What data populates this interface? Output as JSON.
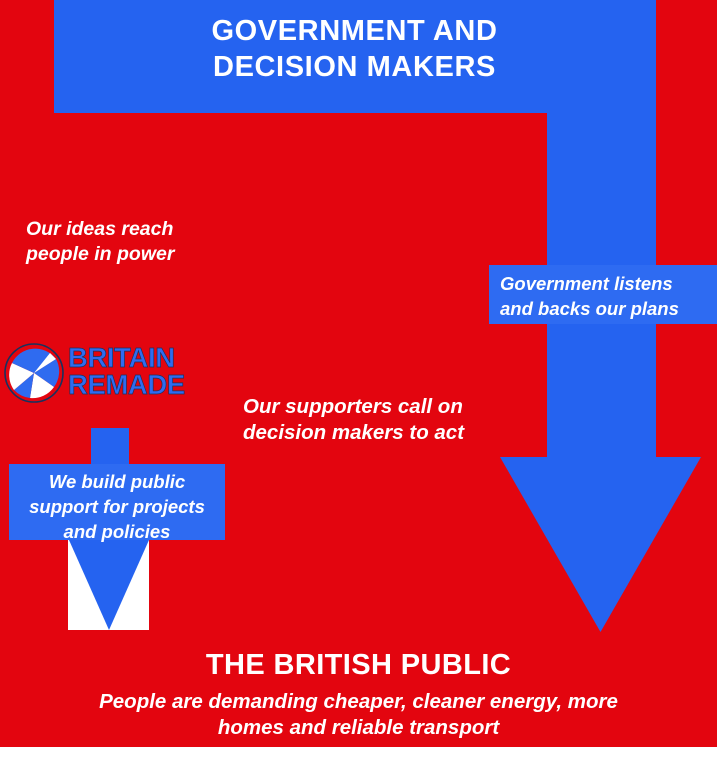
{
  "theme": {
    "red": "#e3050f",
    "blue": "#2563f0",
    "label_blue": "#2e6bf2",
    "white": "#ffffff",
    "logo_blue": "#2f6bf0"
  },
  "top_banner": {
    "title": "GOVERNMENT AND\nDECISION MAKERS"
  },
  "flow": {
    "right_label": "Government listens\nand backs our plans",
    "left_label": "We build public\nsupport for projects\nand policies",
    "caption_upper_left": "Our ideas reach\npeople in power",
    "caption_center": "Our supporters call on\ndecision makers to act"
  },
  "logo": {
    "line1": "BRITAIN",
    "line2": "REMADE",
    "wordmark": "BRITAIN\nREMADE",
    "mark_alt": "britain-remade-roundel"
  },
  "bottom_block": {
    "title": "THE BRITISH PUBLIC",
    "subtitle": "People are demanding cheaper, cleaner energy, more\nhomes and reliable transport"
  }
}
